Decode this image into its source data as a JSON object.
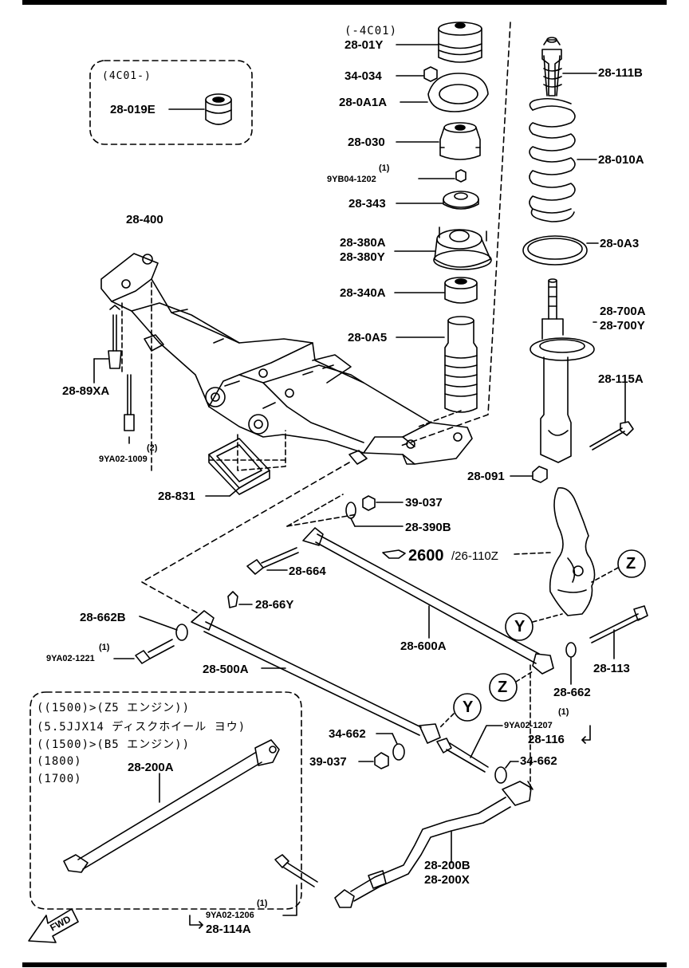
{
  "labels": {
    "box_4c01_top": "(-4C01)",
    "p28_01Y": "28-01Y",
    "box_4c01_left": "(4C01-)",
    "p28_019E": "28-019E",
    "p34_034": "34-034",
    "p28_0A1A": "28-0A1A",
    "p28_111B": "28-111B",
    "p28_030": "28-030",
    "p28_010A": "28-010A",
    "qty_1a": "(1)",
    "p9YB04_1202": "9YB04-1202",
    "p28_343": "28-343",
    "p28_400": "28-400",
    "p28_380A": "28-380A",
    "p28_380Y": "28-380Y",
    "p28_0A3": "28-0A3",
    "p28_340A": "28-340A",
    "p28_0A5": "28-0A5",
    "p28_700A": "28-700A",
    "p28_700Y": "28-700Y",
    "p28_89XA": "28-89XA",
    "p28_115A": "28-115A",
    "qty_2": "(2)",
    "p9YA02_1009": "9YA02-1009",
    "p28_091": "28-091",
    "p28_831": "28-831",
    "p39_037a": "39-037",
    "p28_390B": "28-390B",
    "ref_2600": "2600",
    "ref_26_110Z": "/26-110Z",
    "p28_664": "28-664",
    "p28_66Y": "28-66Y",
    "p28_662B": "28-662B",
    "qty_1b": "(1)",
    "p9YA02_1221": "9YA02-1221",
    "p28_600A": "28-600A",
    "p28_113": "28-113",
    "p28_500A": "28-500A",
    "p28_662": "28-662",
    "callout_Y": "Y",
    "callout_Z": "Z",
    "qty_1c": "(1)",
    "p9YA02_1207": "9YA02-1207",
    "p28_116": "28-116",
    "p34_662a": "34-662",
    "p39_037b": "39-037",
    "p34_662b": "34-662",
    "p28_200A": "28-200A",
    "p28_200B": "28-200B",
    "p28_200X": "28-200X",
    "qty_1d": "(1)",
    "p9YA02_1206": "9YA02-1206",
    "p28_114A": "28-114A",
    "fwd": "FWD"
  },
  "notes": [
    "((1500)>(Z5 エンジン))",
    "(5.5JJX14 ディスクホイール ヨウ)",
    "((1500)>(B5 エンジン))",
    "(1800)",
    "(1700)"
  ]
}
